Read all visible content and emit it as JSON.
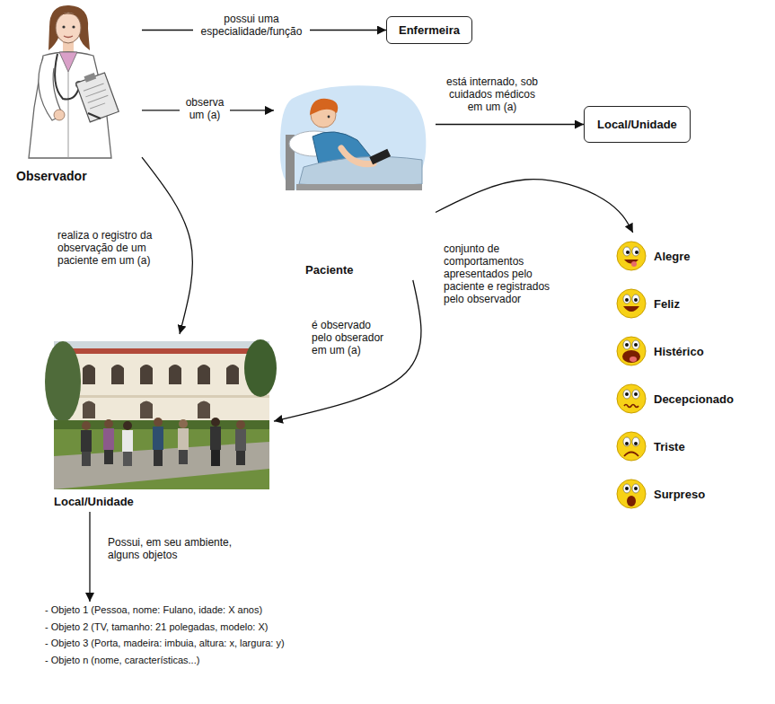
{
  "diagram": {
    "nodes": [
      {
        "text": [
          "Observador"
        ]
      },
      {
        "text": [
          "Enfermeira"
        ]
      },
      {
        "text": [
          "Paciente"
        ]
      },
      {
        "text": [
          "Local/Unidade"
        ]
      },
      {
        "text": [
          "Alegre",
          "Feliz",
          "Histérico",
          "Decepcionado",
          "Triste",
          "Surpreso"
        ]
      },
      {
        "text": [
          "Local/Unidade"
        ]
      },
      {
        "text": [
          "- Objeto 1 (Pessoa, nome: Fulano, idade: X anos)",
          "- Objeto 2 (TV, tamanho: 21 polegadas, modelo: X)",
          "- Objeto 3 (Porta, madeira: imbuia, altura: x, largura: y)",
          "- Objeto n (nome, características...)"
        ]
      }
    ],
    "edges": [
      {
        "from": 0,
        "to": 1,
        "label": "possui uma especialidade/função",
        "arrow": "to"
      },
      {
        "from": 0,
        "to": 2,
        "label": "observa um (a)",
        "arrow": "to"
      },
      {
        "from": 2,
        "to": 3,
        "label": "está internado, sob cuidados médicos em um (a)",
        "arrow": "to"
      },
      {
        "from": 0,
        "to": 5,
        "label": "realiza o registro da observação de um paciente em um (a)",
        "arrow": "to"
      },
      {
        "from": 2,
        "to": 5,
        "label": "é observado pelo obserador em um (a)",
        "arrow": "to"
      },
      {
        "from": 2,
        "to": 4,
        "label": "conjunto de comportamentos apresentados pelo paciente e registrados pelo observador",
        "arrow": "to"
      },
      {
        "from": 5,
        "to": 6,
        "label": "Possui, em seu ambiente, alguns objetos",
        "arrow": "to"
      }
    ]
  }
}
